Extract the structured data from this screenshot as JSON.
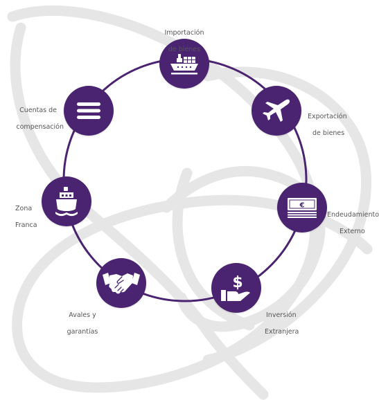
{
  "colors": {
    "accent": "#4a2470",
    "ring": "#4a2470",
    "label": "#555555",
    "swirl": "#e6e6e6"
  },
  "nodes": [
    {
      "id": "importacion",
      "icon": "cargo-ship-icon",
      "label_lines": [
        "Importación",
        "de bienes"
      ]
    },
    {
      "id": "exportacion",
      "icon": "airplane-icon",
      "label_lines": [
        "Exportación",
        "de bienes"
      ]
    },
    {
      "id": "endeudamiento",
      "icon": "euro-banknotes-icon",
      "label_lines": [
        "Endeudamiento",
        "Externo"
      ]
    },
    {
      "id": "inversion",
      "icon": "dollar-hand-icon",
      "label_lines": [
        "Inversión",
        "Extranjera"
      ]
    },
    {
      "id": "avales",
      "icon": "handshake-icon",
      "label_lines": [
        "Avales y",
        "garantías"
      ]
    },
    {
      "id": "zona",
      "icon": "ferry-icon",
      "label_lines": [
        "Zona",
        "Franca"
      ]
    },
    {
      "id": "cuentas",
      "icon": "list-icon",
      "label_lines": [
        "Cuentas de",
        "compensación"
      ]
    }
  ],
  "endeudamiento_currency": "€",
  "inversion_currency": "$"
}
